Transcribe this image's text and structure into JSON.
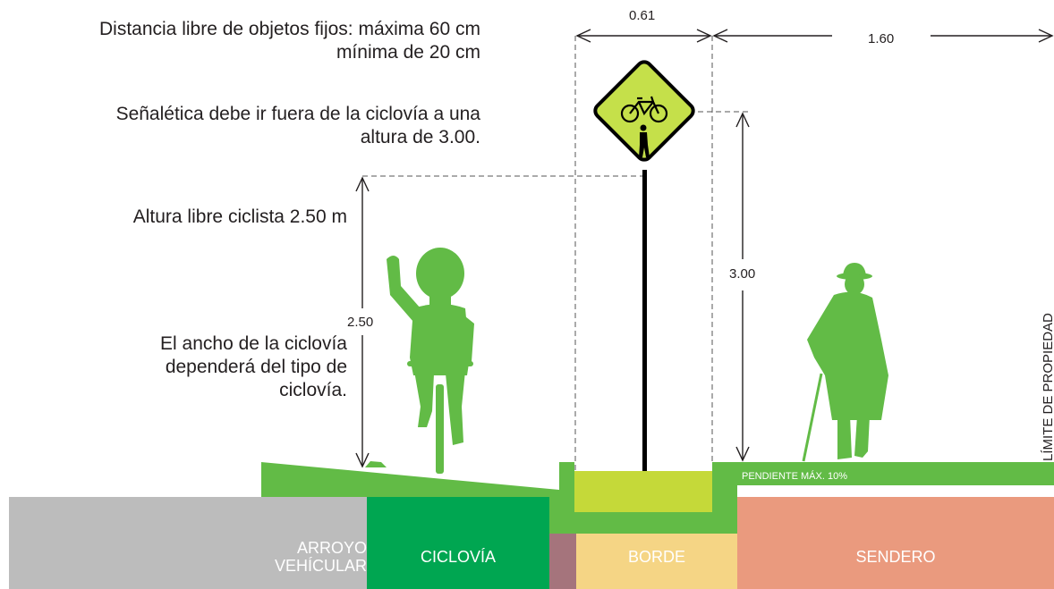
{
  "notes": {
    "fixed_objects_line1": "Distancia libre de objetos fijos: máxima 60 cm",
    "fixed_objects_line2": "mínima de 20 cm",
    "signage_line1": "Señalética debe ir fuera de la ciclovía a una",
    "signage_line2": "altura de 3.00.",
    "clear_height": "Altura libre ciclista 2.50 m",
    "width_line1": "El ancho de la ciclovía",
    "width_line2": "dependerá del tipo de",
    "width_line3": "ciclovía."
  },
  "dimensions": {
    "sign_clearance": "0.61",
    "path_width": "1.60",
    "cyclist_height": "2.50",
    "sign_height": "3.00"
  },
  "labels": {
    "slope": "PENDIENTE MÁX. 10%",
    "property_limit": "LÍMITE DE PROPIEDAD"
  },
  "bands": [
    {
      "label_line1": "ARROYO",
      "label_line2": "VEHÍCULAR",
      "color": "#bcbcbc"
    },
    {
      "label_line1": "CICLOVÍA",
      "label_line2": "",
      "color": "#00a651"
    },
    {
      "label_line1": "BORDE",
      "label_line2": "",
      "color": "#f5d585"
    },
    {
      "label_line1": "SENDERO",
      "label_line2": "",
      "color": "#ea9a7e"
    }
  ],
  "colors": {
    "ground_green": "#62bb46",
    "border_lime": "#c5d939",
    "separator_mauve": "#a5747c",
    "sign_yellow": "#c5e04a"
  },
  "icons": {
    "sign": "bicycle-pedestrian-sign-icon",
    "cyclist": "cyclist-silhouette-icon",
    "pedestrian": "elderly-pedestrian-silhouette-icon"
  }
}
